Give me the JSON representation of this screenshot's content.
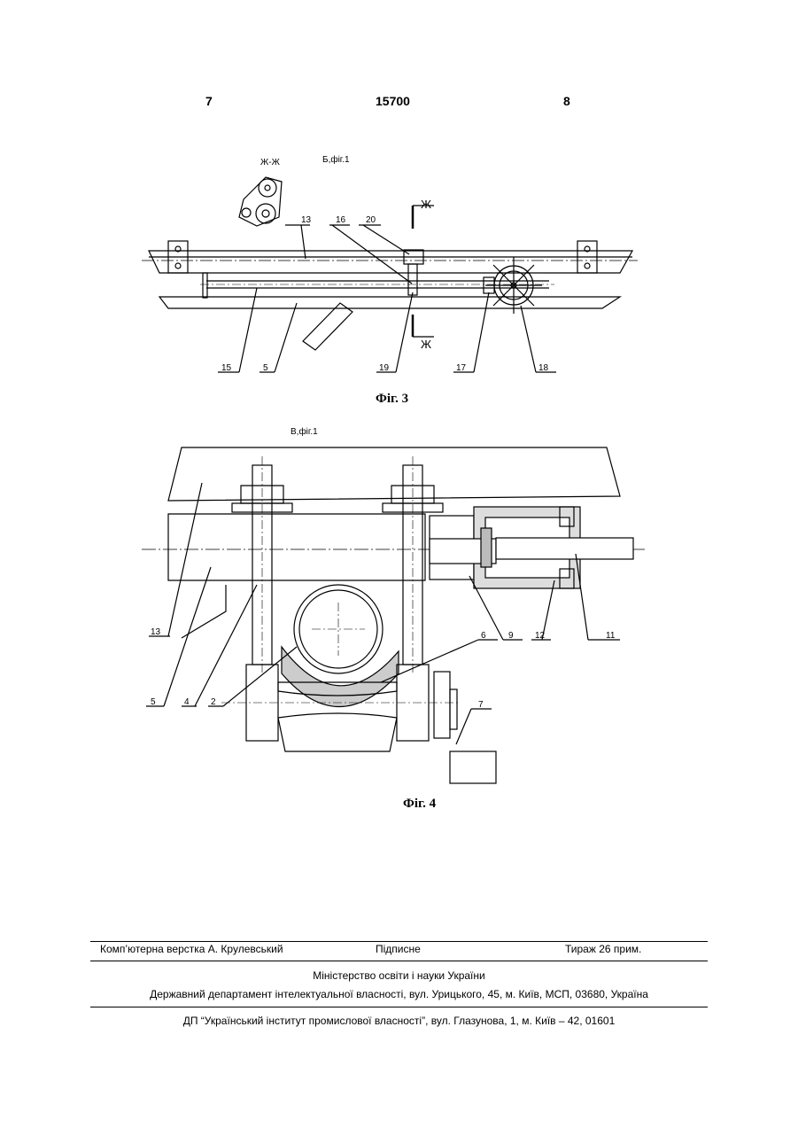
{
  "header": {
    "left_page": "7",
    "patent_number": "15700",
    "right_page": "8"
  },
  "figure3": {
    "section_label": "Ж-Ж",
    "view_label": "Б,фіг.1",
    "cut_label_top": "Ж",
    "cut_label_bottom": "Ж",
    "caption": "Фіг. 3",
    "callouts": {
      "c13": "13",
      "c16": "16",
      "c20": "20",
      "c15": "15",
      "c5": "5",
      "c19": "19",
      "c17": "17",
      "c18": "18"
    }
  },
  "figure4": {
    "view_label": "В,фіг.1",
    "caption": "Фіг. 4",
    "callouts": {
      "c13": "13",
      "c5": "5",
      "c4": "4",
      "c2": "2",
      "c6": "6",
      "c9": "9",
      "c12": "12",
      "c11": "11",
      "c7": "7"
    }
  },
  "footer": {
    "typesetting": "Комп’ютерна верстка А. Крулевський",
    "signed": "Підписне",
    "circulation": "Тираж 26 прим.",
    "ministry": "Міністерство освіти і науки України",
    "department": "Державний департамент інтелектуальної власності, вул. Урицького, 45, м. Київ, МСП, 03680, Україна",
    "institute": "ДП “Український інститут промислової власності”, вул. Глазунова, 1, м. Київ – 42, 01601"
  }
}
